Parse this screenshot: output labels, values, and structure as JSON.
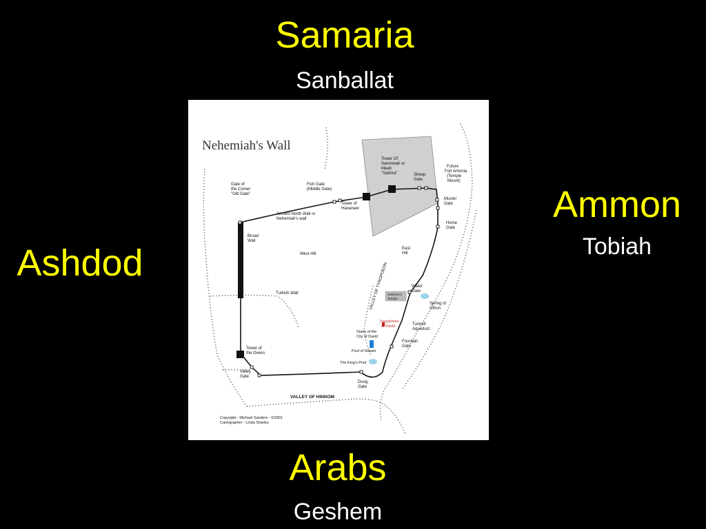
{
  "regions": {
    "north": {
      "name": "Samaria",
      "leader": "Sanballat"
    },
    "east": {
      "name": "Ammon",
      "leader": "Tobiah"
    },
    "west": {
      "name": "Ashdod"
    },
    "south": {
      "name": "Arabs",
      "leader": "Geshem"
    }
  },
  "map": {
    "title": "Nehemiah's Wall",
    "labels": {
      "tower_sammeah": [
        "Tower Of",
        "Sammeah or",
        "Meah",
        "\"Sakhra\""
      ],
      "sheep_gate": [
        "Sheep",
        "Gate"
      ],
      "future_fort": [
        "Future",
        "Fort Antonia",
        "(Temple",
        "Mount)"
      ],
      "gate_corner": [
        "Gate of",
        "the Corner",
        "\"Old Gate\""
      ],
      "fish_gate": [
        "Fish Gate",
        "(Middle Gate)"
      ],
      "tower_hananeel": [
        "Tower of",
        "Hananeel"
      ],
      "ancient_north_wall": [
        "Ancient North Wall or",
        "Nehemiah's wall"
      ],
      "muster_gate": [
        "Muster",
        "Gate"
      ],
      "horse_gate": [
        "Horse",
        "Gate"
      ],
      "broad_wall": [
        "Broad",
        "Wall"
      ],
      "west_hill": "West Hill",
      "east_hill": [
        "East",
        "Hill"
      ],
      "valley_tyropoeon": "VALLEY OF TYROPOEON",
      "turkish_wall": "Turkish Wall",
      "water_gate": [
        "Water",
        "Gate"
      ],
      "solomons_temple": [
        "Solomon's",
        "Temple"
      ],
      "spring_gihon": [
        "Spring of",
        "Gihon"
      ],
      "sepulchres": [
        "Sepulchres",
        "of David"
      ],
      "tunnel": [
        "Tunnel/",
        "Aqueduct"
      ],
      "stairs": [
        "Stairs of the",
        "City of David"
      ],
      "fountain_gate": [
        "Fountain",
        "Gate"
      ],
      "tower_ovens": [
        "Tower of",
        "the Ovens"
      ],
      "pool_siloam": "Pool of Siloam",
      "kings_pool": "The King's Pool",
      "valley_gate": [
        "Valley",
        "Gate"
      ],
      "dung_gate": [
        "Dung",
        "Gate"
      ],
      "valley_hinnom": "VALLEY OF HINNOM",
      "copyright": [
        "Copyright - Michael Sanders - 6/2001",
        "Cartographer - Linda Shanks"
      ]
    }
  }
}
